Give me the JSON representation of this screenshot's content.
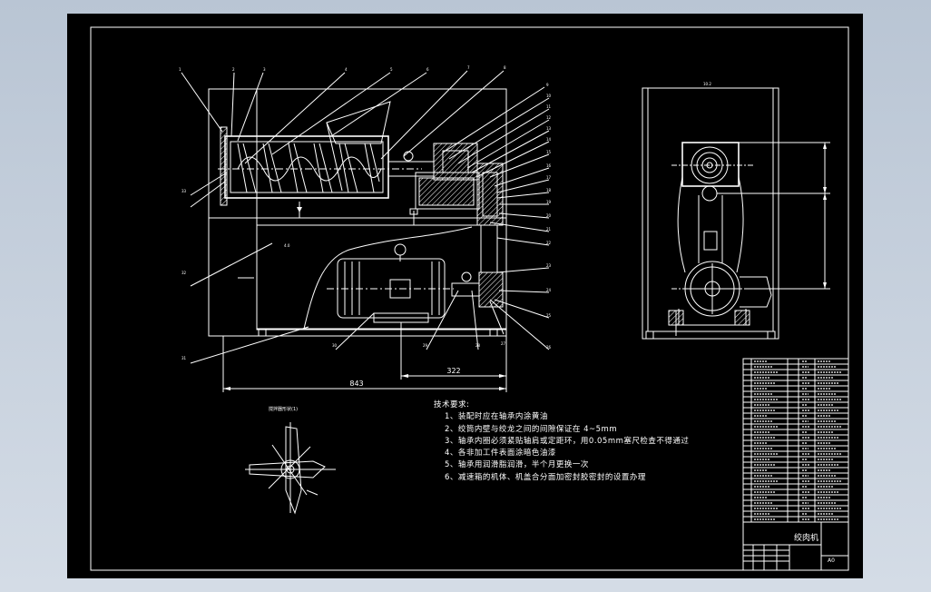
{
  "drawing": {
    "dimensions": {
      "overall_length": "843",
      "motor_offset": "322"
    },
    "section_label": "搅拌器形状(1)",
    "notes_title": "技术要求:",
    "notes": [
      "1、装配时应在轴承内涂黄油",
      "2、绞筒内壁与绞龙之间的间隙保证在 4~5mm",
      "3、轴承内圈必须紧贴轴肩或定距环，用0.05mm塞尺检查不得通过",
      "4、各非加工件表面涂暗色油漆",
      "5、轴承用润滑脂润滑，半个月更换一次",
      "6、减速箱的机体、机盖合分面加密封胶密封的设置办理"
    ],
    "title_block": {
      "title": "绞肉机",
      "code": "A0"
    }
  }
}
